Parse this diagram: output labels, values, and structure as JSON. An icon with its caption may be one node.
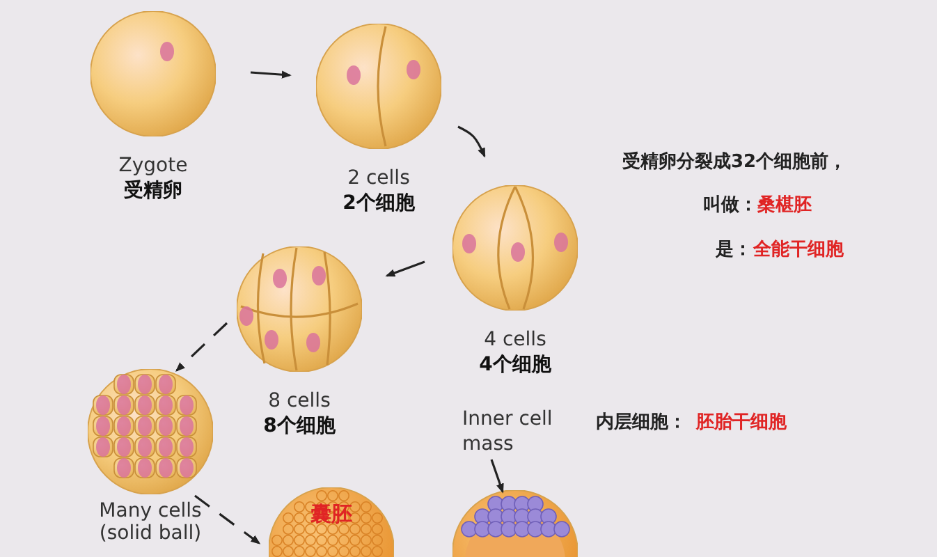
{
  "diagram": {
    "nodes": [
      {
        "text": [
          "Zygote",
          "受精卵"
        ]
      },
      {
        "text": [
          "2 cells",
          "2个细胞"
        ]
      },
      {
        "text": [
          "4 cells",
          "4个细胞"
        ]
      },
      {
        "text": [
          "8 cells",
          "8个细胞"
        ]
      },
      {
        "text": [
          "Many cells (solid ball)"
        ]
      },
      {
        "text": [
          "囊胚"
        ]
      },
      {
        "text": [],
        "shape": "picture"
      },
      {
        "text": [
          "Inner cell mass"
        ]
      }
    ],
    "edges": [
      {
        "from": 0,
        "to": 1,
        "arrow": "to"
      },
      {
        "from": 1,
        "to": 2,
        "arrow": "to"
      },
      {
        "from": 2,
        "to": 3,
        "arrow": "to"
      },
      {
        "from": 3,
        "to": 4,
        "arrow": "to",
        "style": "dashed"
      },
      {
        "from": 4,
        "to": 5,
        "arrow": "to",
        "style": "dashed"
      },
      {
        "from": 7,
        "to": 6,
        "arrow": "to"
      }
    ],
    "labels": [
      "受精卵分裂成32个细胞前，",
      "叫做：",
      "桑椹胚",
      "是：",
      "全能干细胞",
      "内层细胞：",
      "胚胎干细胞"
    ]
  }
}
